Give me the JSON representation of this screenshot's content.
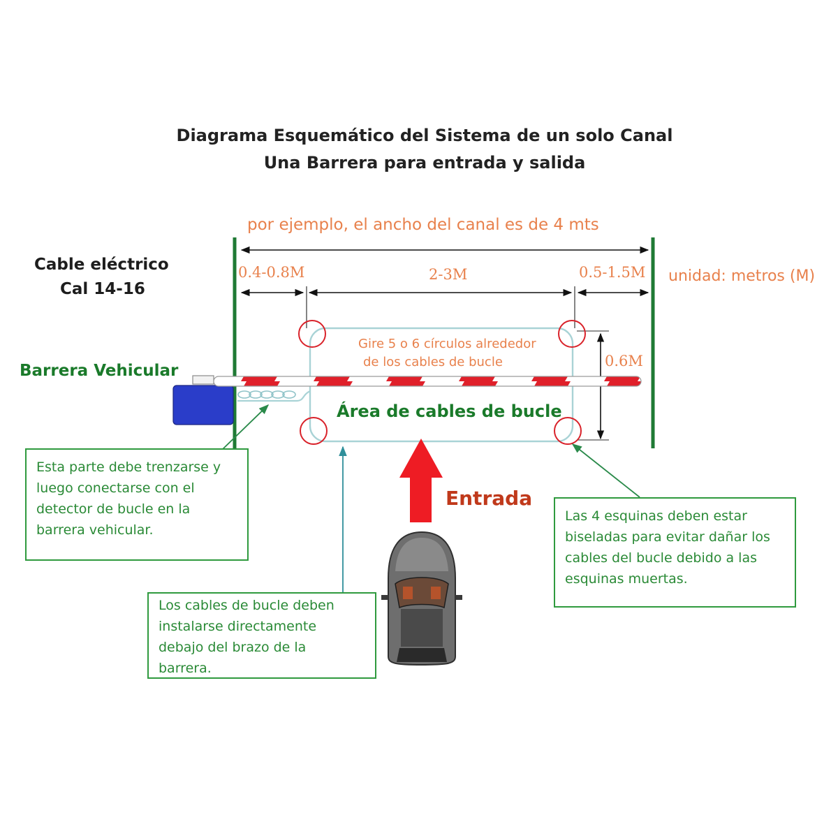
{
  "title": {
    "line1": "Diagrama Esquemático del Sistema de un solo Canal",
    "line2": "Una Barrera para entrada y salida"
  },
  "width_note": "por ejemplo, el ancho del canal es de 4 mts",
  "dimensions": {
    "left": "0.4-0.8M",
    "middle": "2-3M",
    "right": "0.5-1.5M",
    "height": "0.6M",
    "unit": "unidad: metros (M)"
  },
  "cable_label": {
    "line1": "Cable eléctrico",
    "line2": "Cal 14-16"
  },
  "barrier_label": "Barrera Vehicular",
  "loop_instruction": {
    "line1": "Gire 5 o 6 círculos alrededor",
    "line2": "de los cables de bucle"
  },
  "loop_area_label": "Área de cables de bucle",
  "entry_label": "Entrada",
  "notes": {
    "twist": [
      "Esta parte debe trenzarse y",
      "luego conectarse con el",
      "detector de bucle en la",
      "barrera vehicular."
    ],
    "under_arm": [
      "Los cables de bucle deben",
      "instalarse directamente",
      "debajo del brazo de la",
      "barrera."
    ],
    "corners": [
      "Las 4 esquinas deben estar",
      "biseladas para evitar dañar los",
      "cables del bucle debido a las",
      "esquinas muertas."
    ]
  },
  "colors": {
    "lane_line": "#1f7a34",
    "barrier_stripe": "#e0202a",
    "entry_arrow": "#ee1c24",
    "cabinet": "#2a3dc9",
    "note_border": "#2f9a3e",
    "dimension_text": "#e8814c"
  }
}
